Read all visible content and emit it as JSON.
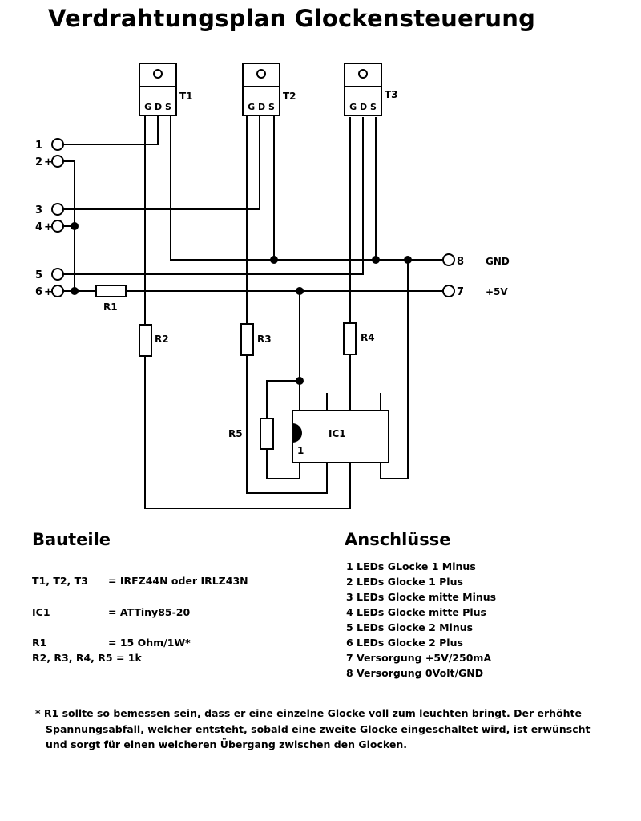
{
  "title": "Verdrahtungsplan Glockensteuerung",
  "transistors": [
    {
      "label": "T1",
      "pins": "G D S"
    },
    {
      "label": "T2",
      "pins": "G D S"
    },
    {
      "label": "T3",
      "pins": "G D S"
    }
  ],
  "terminals_left": [
    "1",
    "2",
    "3",
    "4",
    "5",
    "6"
  ],
  "terminals_right": [
    {
      "number": "8",
      "name": "GND"
    },
    {
      "number": "7",
      "name": "+5V"
    }
  ],
  "plus_sign": "+",
  "resistors": [
    "R1",
    "R2",
    "R3",
    "R4",
    "R5"
  ],
  "ic": {
    "label": "IC1",
    "pin1": "1"
  },
  "parts": {
    "heading": "Bauteile",
    "rows": [
      {
        "name": "T1, T2, T3",
        "value": "= IRFZ44N oder IRLZ43N"
      },
      {
        "name": "IC1",
        "value": "= ATTiny85-20"
      },
      {
        "name": "R1",
        "value": "= 15 Ohm/1W*"
      },
      {
        "name": "R2, R3, R4, R5 = 1k",
        "value": ""
      }
    ]
  },
  "connections": {
    "heading": "Anschlüsse",
    "items": [
      "1 LEDs GLocke 1 Minus",
      "2 LEDs Glocke 1 Plus",
      "3 LEDs Glocke mitte Minus",
      "4 LEDs Glocke mitte Plus",
      "5 LEDs Glocke 2 Minus",
      "6 LEDs Glocke 2 Plus",
      "7 Versorgung +5V/250mA",
      "8 Versorgung 0Volt/GND"
    ]
  },
  "footnote": [
    "* R1 sollte so bemessen sein, dass er eine einzelne Glocke voll zum leuchten bringt. Der erhöhte",
    "Spannungsabfall, welcher entsteht, sobald eine zweite Glocke eingeschaltet wird, ist erwünscht",
    "und sorgt für einen weicheren Übergang zwischen den Glocken."
  ]
}
